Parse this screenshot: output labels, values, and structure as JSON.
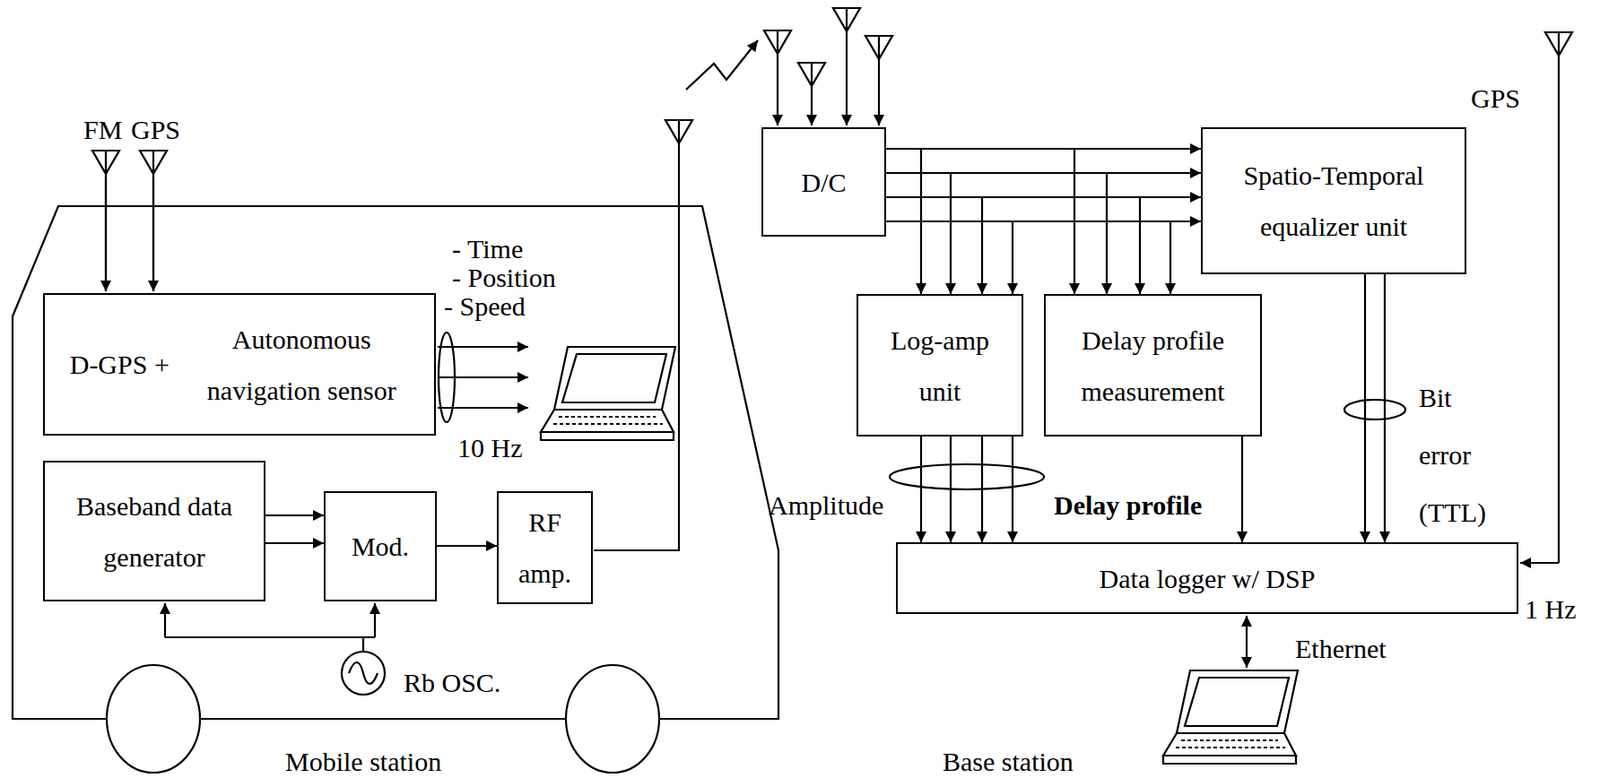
{
  "diagram": {
    "nodes": [
      {
        "text": [
          "D-GPS +",
          "Autonomous navigation sensor"
        ]
      },
      {
        "text": [
          "Baseband data generator"
        ]
      },
      {
        "text": [
          "Mod."
        ]
      },
      {
        "text": [
          "RF amp."
        ]
      },
      {
        "text": [
          "D/C"
        ]
      },
      {
        "text": [
          "Spatio-Temporal equalizer unit"
        ]
      },
      {
        "text": [
          "Log-amp unit"
        ]
      },
      {
        "text": [
          "Delay profile measurement"
        ]
      },
      {
        "text": [
          "Data logger w/ DSP"
        ]
      }
    ],
    "edges": [
      {
        "from": 1,
        "to": 2,
        "arrow": "to"
      },
      {
        "from": 1,
        "to": 2,
        "arrow": "to"
      },
      {
        "from": 2,
        "to": 3,
        "arrow": "to"
      },
      {
        "from": 4,
        "to": 5,
        "arrow": "to"
      },
      {
        "from": 4,
        "to": 5,
        "arrow": "to"
      },
      {
        "from": 4,
        "to": 5,
        "arrow": "to"
      },
      {
        "from": 4,
        "to": 5,
        "arrow": "to"
      },
      {
        "from": 4,
        "to": 6,
        "arrow": "to"
      },
      {
        "from": 4,
        "to": 6,
        "arrow": "to"
      },
      {
        "from": 4,
        "to": 6,
        "arrow": "to"
      },
      {
        "from": 4,
        "to": 6,
        "arrow": "to"
      },
      {
        "from": 4,
        "to": 7,
        "arrow": "to"
      },
      {
        "from": 4,
        "to": 7,
        "arrow": "to"
      },
      {
        "from": 4,
        "to": 7,
        "arrow": "to"
      },
      {
        "from": 4,
        "to": 7,
        "arrow": "to"
      },
      {
        "from": 6,
        "to": 8,
        "arrow": "to"
      },
      {
        "from": 6,
        "to": 8,
        "arrow": "to"
      },
      {
        "from": 6,
        "to": 8,
        "arrow": "to"
      },
      {
        "from": 6,
        "to": 8,
        "arrow": "to"
      },
      {
        "from": 7,
        "to": 8,
        "arrow": "to"
      },
      {
        "from": 5,
        "to": 8,
        "arrow": "to"
      },
      {
        "from": 5,
        "to": 8,
        "arrow": "to"
      }
    ],
    "labels": [
      "FM",
      "GPS",
      "- Time",
      "- Position",
      "- Speed",
      "10 Hz",
      "Rb OSC.",
      "Mobile station",
      "Amplitude",
      "Delay profile",
      "Bit error (TTL)",
      "GPS",
      "1 Hz",
      "Ethernet",
      "Base station"
    ]
  }
}
